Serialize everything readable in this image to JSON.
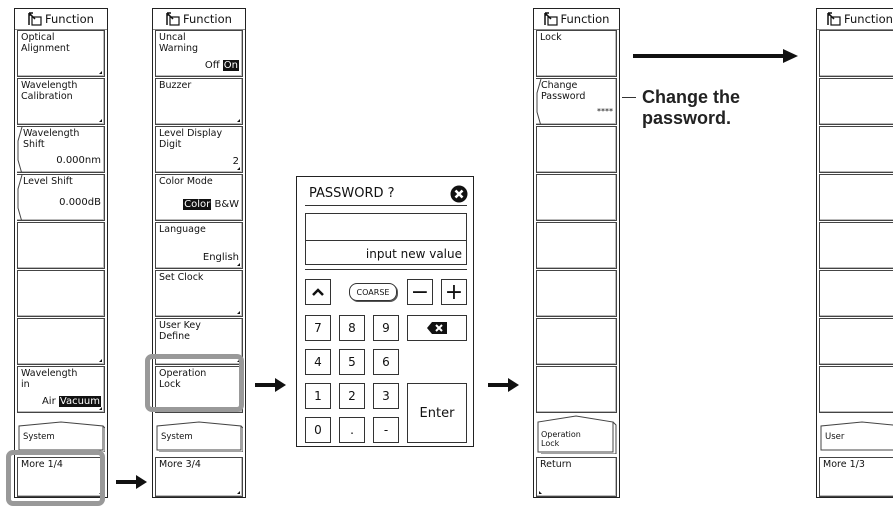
{
  "menu_title": "Function",
  "col1": {
    "buttons": [
      {
        "label": "Optical\nAlignment",
        "value": ""
      },
      {
        "label": "Wavelength\nCalibration",
        "value": ""
      },
      {
        "label": "Wavelength\nShift",
        "value": "0.000nm"
      },
      {
        "label": "Level Shift",
        "value": "0.000dB"
      },
      {
        "label": "",
        "value": ""
      },
      {
        "label": "",
        "value": ""
      },
      {
        "label": "",
        "value": ""
      },
      {
        "label": "Wavelength\nin",
        "opt1": "Air",
        "opt2": "Vacuum"
      }
    ],
    "tab": "System",
    "more": "More 1/4"
  },
  "col2": {
    "uncal": {
      "label": "Uncal\nWarning",
      "off": "Off",
      "on": "On"
    },
    "buzzer": "Buzzer",
    "level_display": {
      "label": "Level Display\nDigit",
      "value": "2"
    },
    "color_mode": {
      "label": "Color Mode",
      "opt1": "Color",
      "opt2": "B&W"
    },
    "language": {
      "label": "Language",
      "value": "English"
    },
    "set_clock": "Set Clock",
    "user_key": "User Key\nDefine",
    "operation_lock": "Operation\nLock",
    "tab": "System",
    "more": "More 3/4"
  },
  "dialog": {
    "title": "PASSWORD ?",
    "hint": "input new value",
    "coarse": "COARSE",
    "minus": "−",
    "plus": "+",
    "keys": [
      "7",
      "8",
      "9",
      "4",
      "5",
      "6",
      "1",
      "2",
      "3",
      "0",
      ".",
      "-"
    ],
    "enter": "Enter"
  },
  "col3": {
    "lock": "Lock",
    "change_password": "Change\nPassword",
    "stars": "****",
    "tab": "Operation\nLock",
    "return": "Return"
  },
  "callout": "Change the\npassword.",
  "col4": {
    "tab": "User",
    "more": "More 1/3"
  }
}
